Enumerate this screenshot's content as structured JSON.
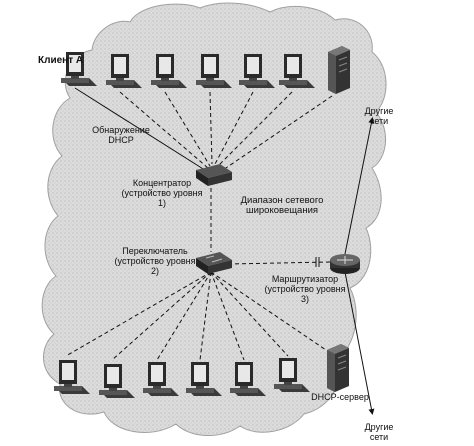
{
  "labels": {
    "client_a": "Клиент А",
    "dhcp_discovery": "Обнаружение DHCP",
    "hub": "Концентратор (устройство уровня 1)",
    "broadcast_range": "Диапазон сетевого широковещания",
    "switch": "Переключатель (устройство уровня 2)",
    "router": "Маршрутизатор (устройство уровня 3)",
    "other_networks_top": "Другие сети",
    "other_networks_bottom": "Другие сети",
    "dhcp_server": "DHCP-сервер"
  }
}
